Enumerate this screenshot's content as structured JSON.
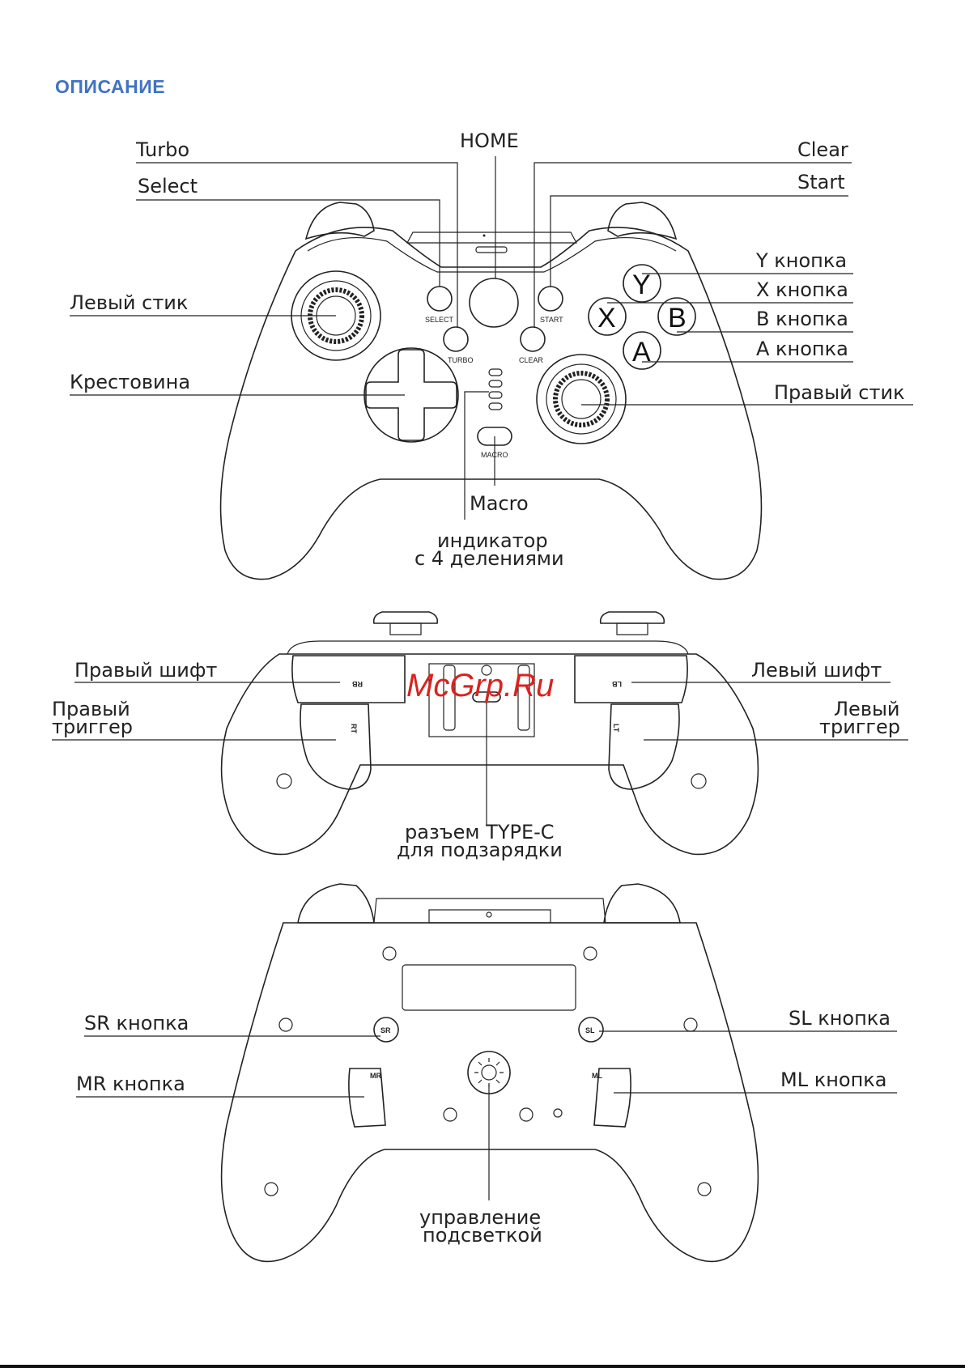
{
  "section_title": "ОПИСАНИЕ",
  "front": {
    "labels": {
      "turbo": "Turbo",
      "home": "HOME",
      "clear": "Clear",
      "select": "Select",
      "start": "Start",
      "y_button": "Y кнопка",
      "x_button": "X кнопка",
      "b_button": "B кнопка",
      "a_button": "A кнопка",
      "left_stick": "Левый стик",
      "dpad": "Крестовина",
      "right_stick": "Правый стик",
      "macro": "Macro",
      "indicator_line1": "индикатор",
      "indicator_line2": "с 4 делениями"
    },
    "printed": {
      "select": "SELECT",
      "start": "START",
      "turbo": "TURBO",
      "clear": "CLEAR",
      "macro": "MACRO",
      "y": "Y",
      "x": "X",
      "b": "B",
      "a": "A"
    }
  },
  "top": {
    "labels": {
      "right_shift": "Правый шифт",
      "left_shift": "Левый шифт",
      "right_trigger_line1": "Правый",
      "right_trigger_line2": "триггер",
      "left_trigger_line1": "Левый",
      "left_trigger_line2": "триггер",
      "typec_line1": "разъем TYPE-C",
      "typec_line2": "для подзарядки"
    },
    "printed": {
      "rb": "RB",
      "lb": "LB",
      "rt": "RT",
      "lt": "LT"
    },
    "watermark": "McGrp.Ru"
  },
  "back": {
    "labels": {
      "sr_button": "SR кнопка",
      "sl_button": "SL кнопка",
      "mr_button": "MR кнопка",
      "ml_button": "ML кнопка",
      "light_line1": "управление",
      "light_line2": "подсветкой"
    },
    "printed": {
      "sr": "SR",
      "sl": "SL",
      "mr": "MR",
      "ml": "ML"
    }
  }
}
